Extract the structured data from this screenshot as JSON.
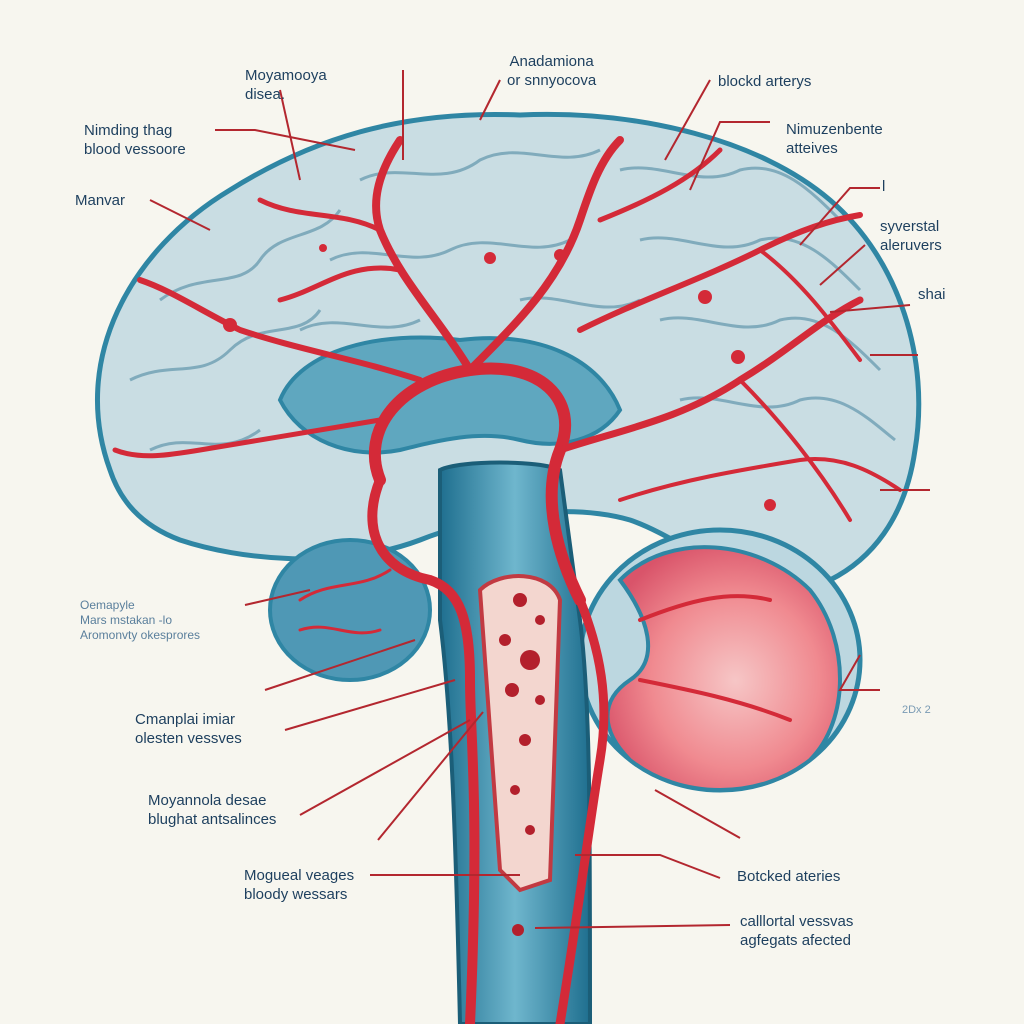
{
  "colors": {
    "background": "#f7f6ef",
    "brain_fill": "#c9dde3",
    "brain_outline": "#2f86a4",
    "vessel_red": "#d42a38",
    "label_text": "#1d3f5e",
    "leader_line": "#b3272f"
  },
  "icons": [
    "brain-illustration",
    "artery-network",
    "brainstem",
    "cerebellum"
  ],
  "labels": {
    "moyamoya": [
      "Moyamooya",
      "disea."
    ],
    "anadamiona": [
      "Anadamiona",
      "or snnyocova"
    ],
    "blockd_arterys": [
      "blockd arterys"
    ],
    "nimding": [
      "Nimding thag",
      "blood vessoore"
    ],
    "nimuzen": [
      "Nimuzenbente",
      "atteives"
    ],
    "manvar": [
      "Manvar"
    ],
    "one": [
      "l"
    ],
    "syverstal": [
      "syverstal",
      "aleruvers"
    ],
    "shai": [
      "shai"
    ],
    "oemapyle": [
      "Oemapyle",
      "Mars mstakan -lo",
      "Aromonvty okesprores"
    ],
    "twodx": [
      "2Dx 2"
    ],
    "cmanplai": [
      "Cmanplai imiar",
      "olesten vessves"
    ],
    "moyannola": [
      "Moyannola desae",
      "blughat antsalinces"
    ],
    "mogueal": [
      "Mogueal veages",
      "bloody wessars"
    ],
    "botcked": [
      "Botcked ateries"
    ],
    "calllortal": [
      "calllortal vessvas",
      "agfegats afected"
    ]
  }
}
